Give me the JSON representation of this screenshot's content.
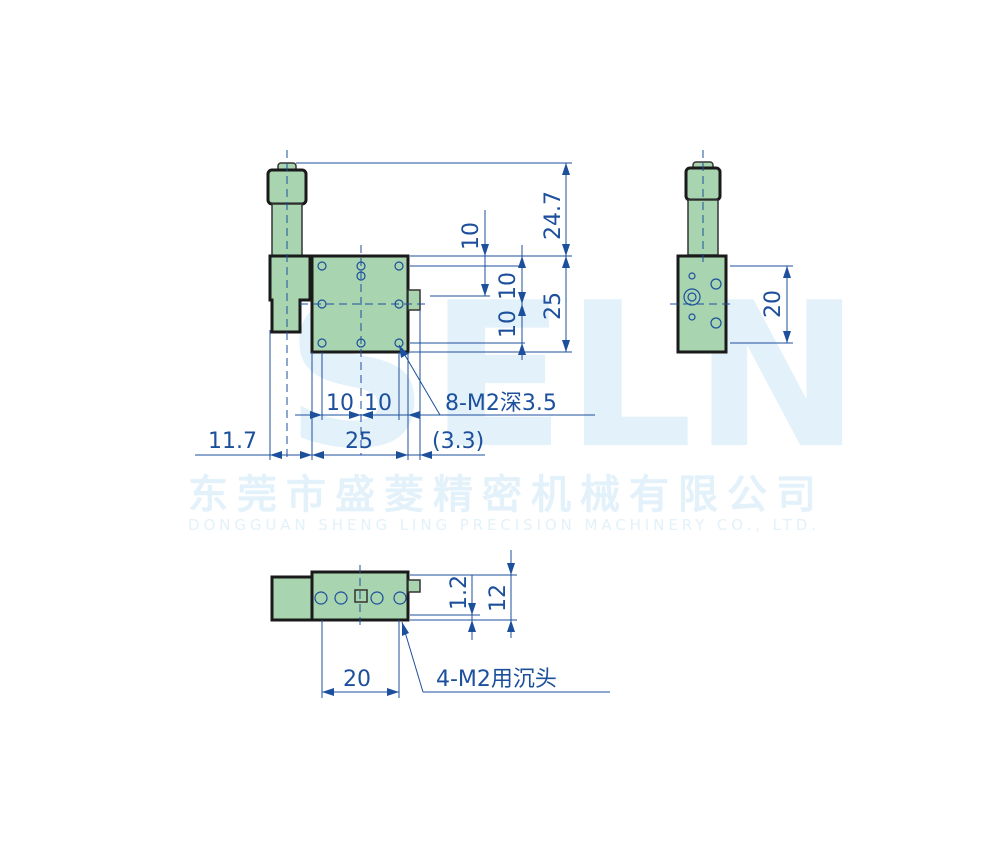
{
  "watermark": {
    "logo": "SELN",
    "company_cn": "东莞市盛菱精密机械有限公司",
    "company_en": "DONGGUAN SHENG LING PRECISION MACHINERY CO., LTD."
  },
  "colors": {
    "dimension": "#1c4f9c",
    "part_fill": "#a8d4b0",
    "outline": "#1a1a1a",
    "watermark": "#e3f1fa"
  },
  "top_view": {
    "dims": {
      "height_total": "24.7",
      "offset_10_top": "10",
      "pitch_10_a": "10",
      "pitch_10_b": "10",
      "body_25": "25",
      "bottom_10a": "10",
      "bottom_10b": "10",
      "left_11_7": "11.7",
      "width_25": "25",
      "right_3_3": "(3.3)"
    },
    "callout": "8-M2深3.5"
  },
  "side_view": {
    "dims": {
      "width_20": "20"
    }
  },
  "front_view": {
    "dims": {
      "height_12": "12",
      "step_1_2": "1.2",
      "pitch_20": "20"
    },
    "callout": "4-M2用沉头"
  }
}
